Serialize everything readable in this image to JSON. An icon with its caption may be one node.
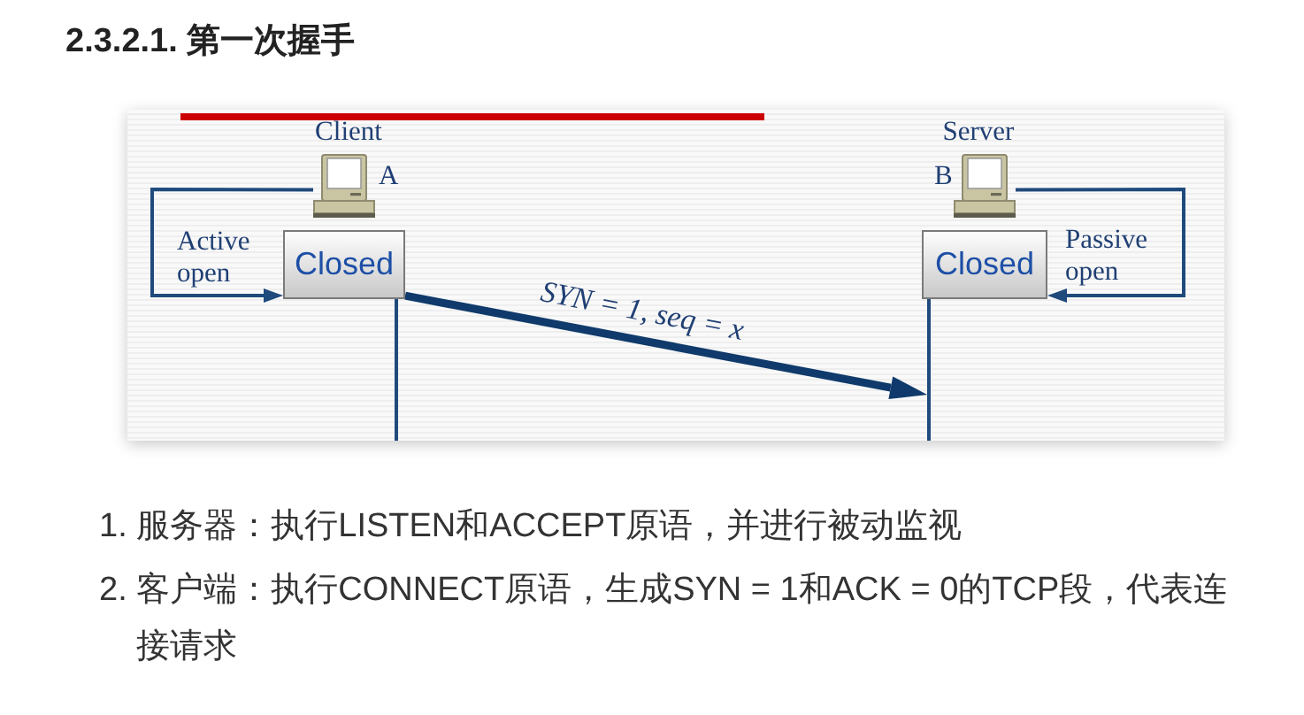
{
  "diagram": {
    "title": "2.3.2.1. 第一次握手",
    "nodes": [
      {
        "text": [],
        "shape": "picture",
        "beside": [
          "Client",
          "A"
        ]
      },
      {
        "text": [
          "Closed"
        ]
      },
      {
        "text": [],
        "shape": "line"
      },
      {
        "text": [],
        "shape": "picture",
        "beside": [
          "Server",
          "B"
        ]
      },
      {
        "text": [
          "Closed"
        ]
      },
      {
        "text": [],
        "shape": "line"
      }
    ],
    "edges": [
      {
        "from": 0,
        "to": 1,
        "arrow": "to",
        "label": "Active open"
      },
      {
        "from": 1,
        "to": 5,
        "arrow": "to",
        "label": "SYN = 1, seq = x",
        "style": "thick"
      },
      {
        "from": 3,
        "to": 4,
        "arrow": "to",
        "label": "Passive open"
      }
    ],
    "labels": [
      "1. 服务器：执行LISTEN和ACCEPT原语，并进行被动监视",
      "2. 客户端：执行CONNECT原语，生成SYN = 1和ACK = 0的TCP段，代表连接请求"
    ]
  }
}
